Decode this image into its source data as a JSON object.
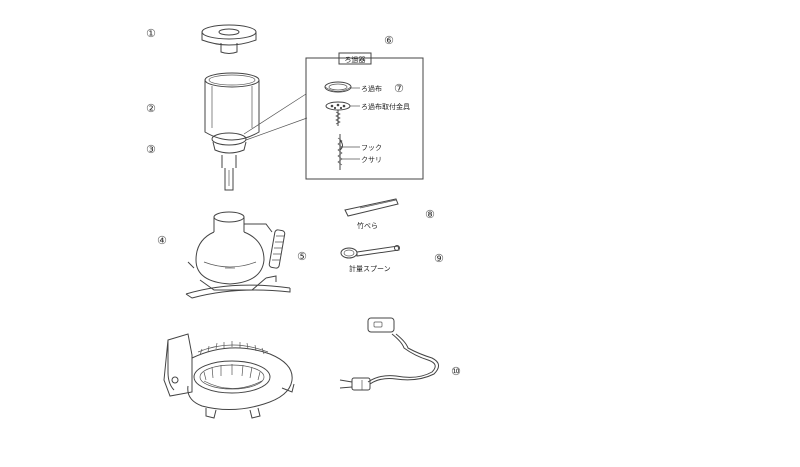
{
  "diagram": {
    "part_numbers": {
      "p1": "①",
      "p2": "②",
      "p3": "③",
      "p4": "④",
      "p5": "⑤",
      "p6": "⑥",
      "p7": "⑦",
      "p8": "⑧",
      "p9": "⑨",
      "p10": "⑩"
    },
    "filter_box": {
      "title": "ろ過器",
      "labels": {
        "cloth": "ろ過布",
        "mount": "ろ過布取付金具",
        "hook": "フック",
        "chain": "クサリ"
      }
    },
    "labels": {
      "spatula": "竹べら",
      "spoon": "計量スプーン"
    }
  }
}
